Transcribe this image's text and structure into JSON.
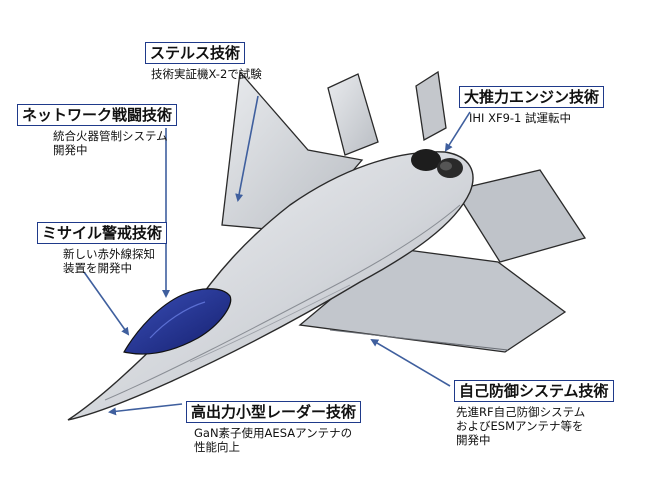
{
  "callouts": [
    {
      "id": "stealth",
      "title": "ステルス技術",
      "lines": [
        "技術実証機X-2で試験"
      ]
    },
    {
      "id": "engine",
      "title": "大推力エンジン技術",
      "lines": [
        "IHI XF9-1 試運転中"
      ]
    },
    {
      "id": "network",
      "title": "ネットワーク戦闘技術",
      "lines": [
        "統合火器管制システム",
        "開発中"
      ]
    },
    {
      "id": "missile",
      "title": "ミサイル警戒技術",
      "lines": [
        "新しい赤外線探知",
        "装置を開発中"
      ]
    },
    {
      "id": "self-defense",
      "title": "自己防御システム技術",
      "lines": [
        "先進RF自己防御システム",
        "およびESMアンテナ等を",
        "開発中"
      ]
    },
    {
      "id": "radar",
      "title": "高出力小型レーダー技術",
      "lines": [
        "GaN素子使用AESAアンテナの",
        "性能向上"
      ]
    }
  ],
  "colors": {
    "box_border": "#1f3a8a",
    "arrow": "#3f5f9e",
    "canopy": "#23308f",
    "airframe": "#c9ccd1",
    "outline": "#2a2a2a"
  }
}
